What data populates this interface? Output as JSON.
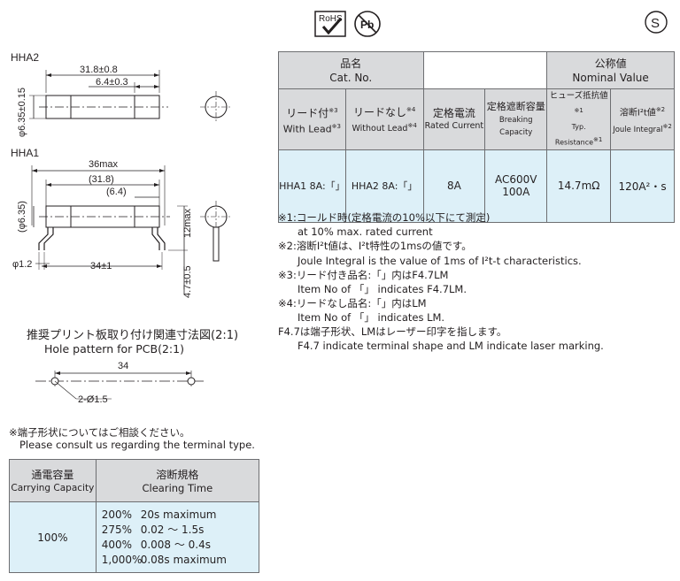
{
  "icons": {
    "rohs_text": "RoHS",
    "pb_text": "Pb",
    "s_text": "S"
  },
  "drawings": {
    "hha2": {
      "title": "HHA2",
      "dim_length": "31.8±0.8",
      "dim_cap": "6.4±0.3",
      "dim_dia": "φ6.35±0.15"
    },
    "hha1": {
      "title": "HHA1",
      "dim_max": "36max",
      "dim_ref_len": "(31.8)",
      "dim_ref_cap": "(6.4)",
      "dim_dia": "(φ6.35)",
      "dim_height": "12max",
      "dim_wire": "φ1.2",
      "dim_pitch": "34±1",
      "dim_bend": "4.7±0.5"
    },
    "pcb": {
      "title_jp": "推奨プリント板取り付け関連寸法図(2:1)",
      "title_en": "Hole pattern for PCB(2:1)",
      "dim_pitch": "34",
      "dim_hole": "2-Ø1.5"
    }
  },
  "terminal_note": {
    "jp": "※端子形状についてはご相談ください。",
    "en": "Please consult us regarding the terminal type."
  },
  "main_table": {
    "cat_no_jp": "品名",
    "cat_no_en": "Cat. No.",
    "nominal_jp": "公称値",
    "nominal_en": "Nominal Value",
    "with_lead_jp": "リード付",
    "with_lead_en": "With Lead",
    "with_lead_mark": "※3",
    "without_lead_jp": "リードなし",
    "without_lead_en": "Without Lead",
    "without_lead_mark": "※4",
    "rated_current_jp": "定格電流",
    "rated_current_en": "Rated Current",
    "breaking_jp": "定格遮断容量",
    "breaking_en": "Breaking Capacity",
    "resistance_jp": "ヒューズ抵抗値",
    "resistance_en": "Typ. Resistance",
    "resistance_mark": "※1",
    "joule_jp": "溶断I²t値",
    "joule_en": "Joule Integral",
    "joule_mark": "※2",
    "row": {
      "with_lead": "HHA1 8A:「」",
      "without_lead": "HHA2 8A:「」",
      "rated_current": "8A",
      "breaking_1": "AC600V",
      "breaking_2": "100A",
      "resistance": "14.7mΩ",
      "joule": "120A²・s"
    }
  },
  "notes": [
    {
      "text": "※1:コールド時(定格電流の10%以下にて測定)",
      "indent": false
    },
    {
      "text": "at 10% max. rated current",
      "indent": true
    },
    {
      "text": "※2:溶断I²t値は、I²t特性の1msの値です。",
      "indent": false
    },
    {
      "text": "Joule Integral is the value of 1ms of I²t-t characteristics.",
      "indent": true
    },
    {
      "text": "※3:リード付き品名:「」内はF4.7LM",
      "indent": false
    },
    {
      "text": "Item No of 「」 indicates F4.7LM.",
      "indent": true
    },
    {
      "text": "※4:リードなし品名:「」内はLM",
      "indent": false
    },
    {
      "text": "Item No of 「」 indicates LM.",
      "indent": true
    },
    {
      "text": "F4.7は端子形状、LMはレーザー印字を指します。",
      "indent": false
    },
    {
      "text": "F4.7 indicate terminal shape and LM indicate laser marking.",
      "indent": true
    }
  ],
  "clearing_table": {
    "carrying_jp": "通電容量",
    "carrying_en": "Carrying Capacity",
    "clearing_jp": "溶断規格",
    "clearing_en": "Clearing Time",
    "carrying_value": "100%",
    "rows": [
      {
        "pct": "200%",
        "time": "20s maximum"
      },
      {
        "pct": "275%",
        "time": "0.02 ～ 1.5s"
      },
      {
        "pct": "400%",
        "time": "0.008 ～ 0.4s"
      },
      {
        "pct": "1,000%",
        "time": "0.08s maximum"
      }
    ]
  }
}
